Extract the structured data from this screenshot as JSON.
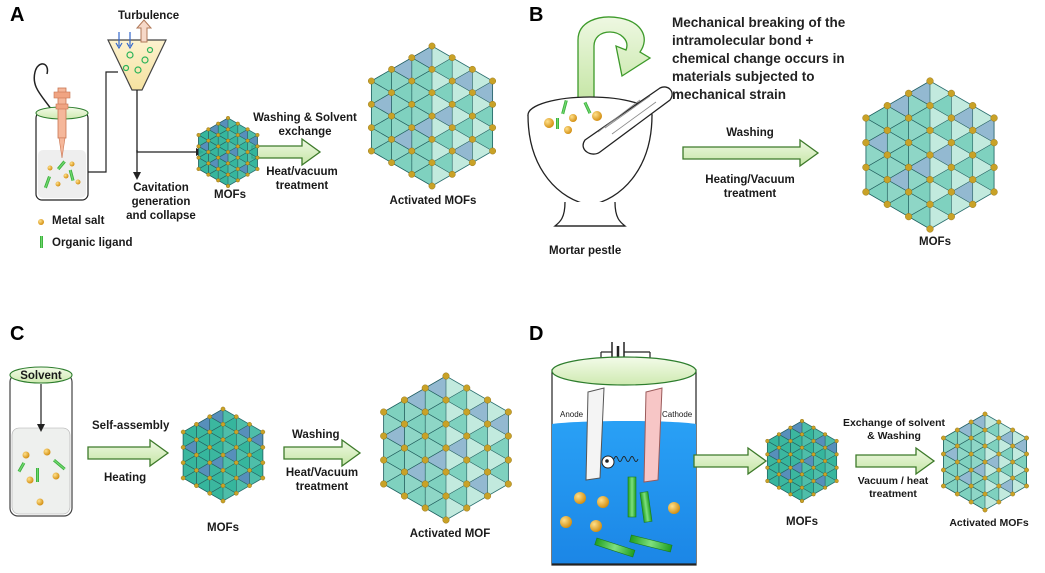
{
  "colors": {
    "arrow_fill": "#d4edb9",
    "arrow_stroke": "#2e7d32",
    "mof_blue": "#5b7fc2",
    "mof_green": "#2fb39a",
    "mof_node": "#c9a227",
    "ligand_green": "#3cc43c",
    "metal_salt": "#e0a21c",
    "electrolyte_blue": "#1f8ff0",
    "vessel_rim": "#dff7c9"
  },
  "panel_A": {
    "letter": "A",
    "turbulence": "Turbulence",
    "cavitation": [
      "Cavitation",
      "generation",
      "and collapse"
    ],
    "legend_metal_salt": "Metal salt",
    "legend_organic_ligand": "Organic ligand",
    "mofs": "MOFs",
    "arrow_top": [
      "Washing & Solvent",
      "exchange"
    ],
    "arrow_bottom": [
      "Heat/vacuum",
      "treatment"
    ],
    "activated": "Activated MOFs"
  },
  "panel_B": {
    "letter": "B",
    "description": [
      "Mechanical breaking of the",
      "intramolecular bond +",
      "chemical change occurs in",
      "materials subjected to",
      "mechanical strain"
    ],
    "arrow_top": "Washing",
    "arrow_bottom": [
      "Heating/Vacuum",
      "treatment"
    ],
    "mortar": "Mortar pestle",
    "mofs": "MOFs"
  },
  "panel_C": {
    "letter": "C",
    "solvent": "Solvent",
    "arrow1_top": "Self-assembly",
    "arrow1_bottom": "Heating",
    "mofs": "MOFs",
    "arrow2_top": "Washing",
    "arrow2_bottom": [
      "Heat/Vacuum",
      "treatment"
    ],
    "activated": "Activated MOF"
  },
  "panel_D": {
    "letter": "D",
    "anode": "Anode",
    "cathode": "Cathode",
    "mofs": "MOFs",
    "arrow_top": [
      "Exchange of solvent",
      "& Washing"
    ],
    "arrow_bottom": [
      "Vacuum / heat",
      "treatment"
    ],
    "activated": "Activated MOFs"
  }
}
